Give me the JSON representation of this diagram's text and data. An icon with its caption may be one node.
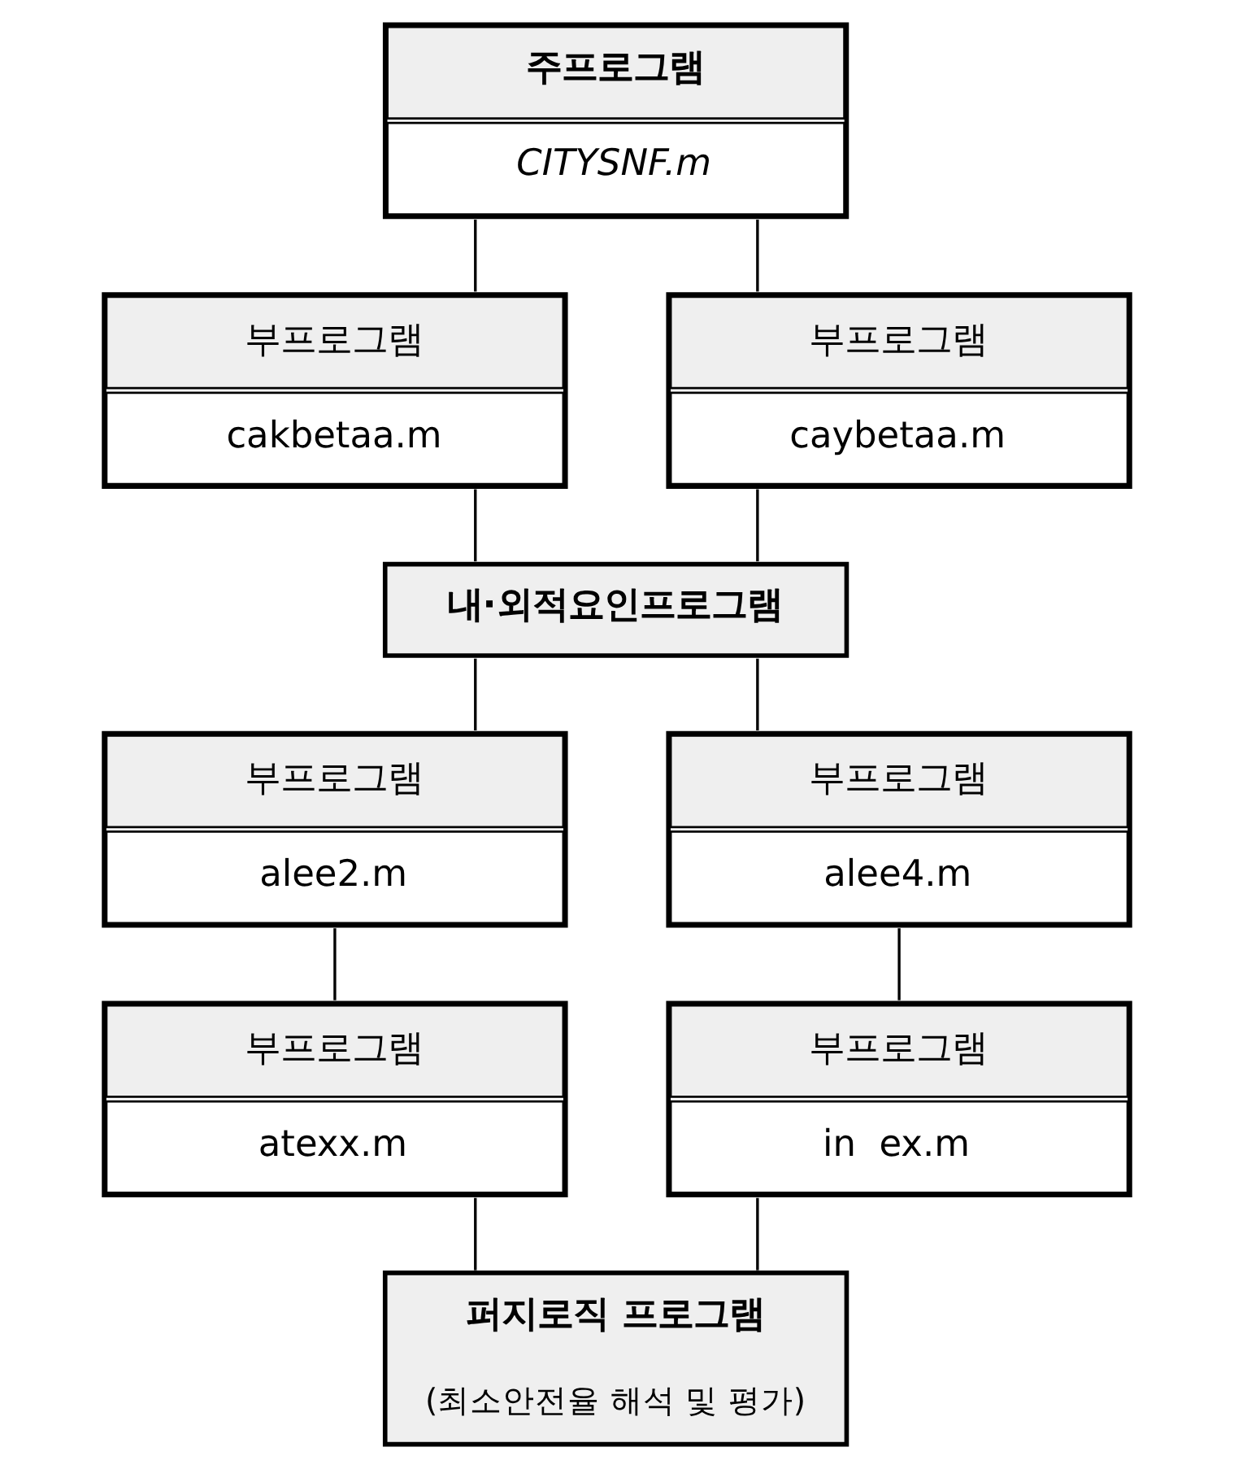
{
  "diagram": {
    "nodes": [
      {
        "text": [
          "주프로그램",
          "CITYSNF.m"
        ]
      },
      {
        "text": [
          "부프로그램",
          "cakbetaa.m"
        ]
      },
      {
        "text": [
          "부프로그램",
          "caybetaa.m"
        ]
      },
      {
        "text": [
          "내·외적요인프로그램"
        ]
      },
      {
        "text": [
          "부프로그램",
          "alee2.m"
        ]
      },
      {
        "text": [
          "부프로그램",
          "alee4.m"
        ]
      },
      {
        "text": [
          "부프로그램",
          "atexx.m"
        ]
      },
      {
        "text": [
          "부프로그램",
          "in  ex.m"
        ]
      },
      {
        "text": [
          "퍼지로직 프로그램",
          "(최소안전율 해석 및 평가)"
        ]
      }
    ],
    "edges": [
      {
        "from": 0,
        "to": 1,
        "arrow": "none"
      },
      {
        "from": 0,
        "to": 2,
        "arrow": "none"
      },
      {
        "from": 1,
        "to": 3,
        "arrow": "none"
      },
      {
        "from": 2,
        "to": 3,
        "arrow": "none"
      },
      {
        "from": 3,
        "to": 4,
        "arrow": "none"
      },
      {
        "from": 3,
        "to": 5,
        "arrow": "none"
      },
      {
        "from": 4,
        "to": 6,
        "arrow": "none"
      },
      {
        "from": 5,
        "to": 7,
        "arrow": "none"
      },
      {
        "from": 6,
        "to": 8,
        "arrow": "none"
      },
      {
        "from": 7,
        "to": 8,
        "arrow": "none"
      }
    ]
  }
}
